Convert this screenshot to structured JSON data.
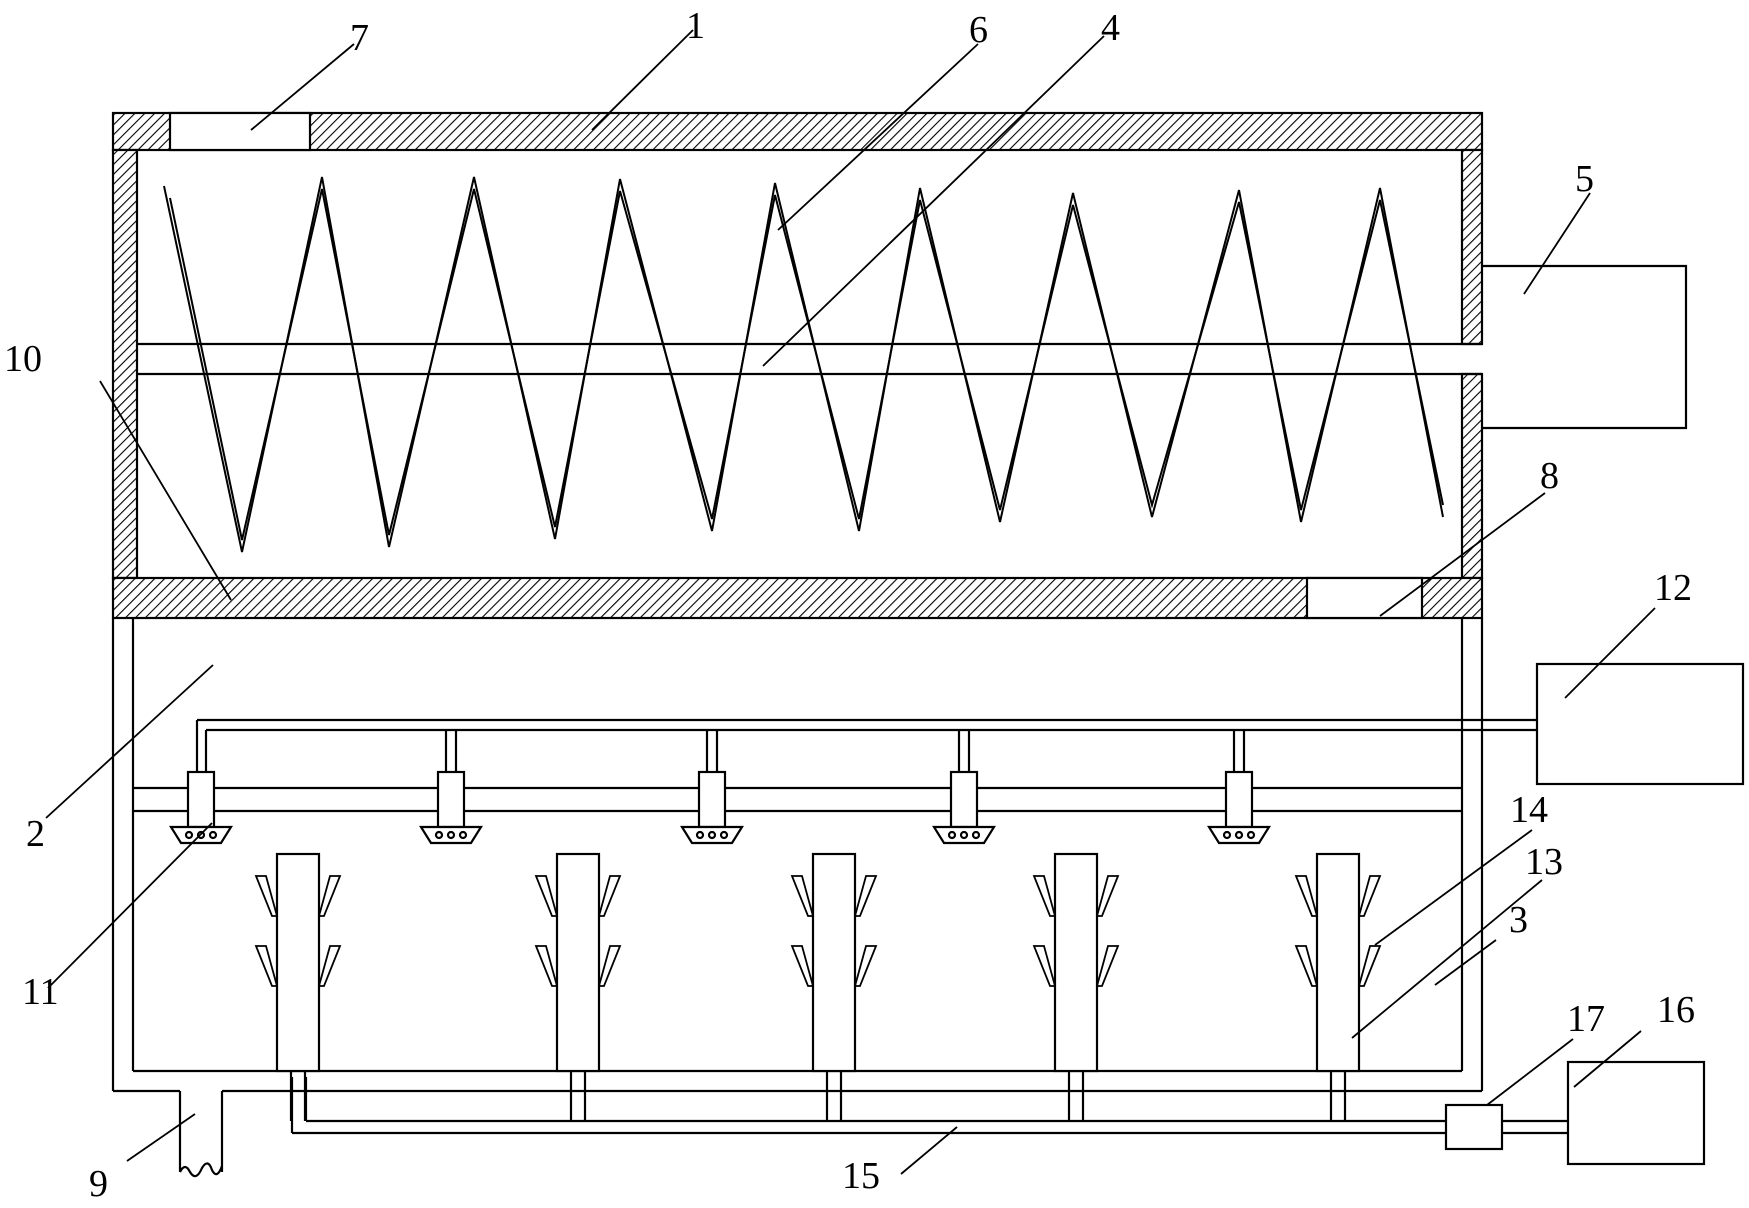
{
  "diagram": {
    "type": "patent-machine-schematic",
    "colors": {
      "line": "#000000",
      "hatch": "#000000",
      "background": "#ffffff"
    },
    "labels": [
      {
        "id": "1",
        "text": "1"
      },
      {
        "id": "2",
        "text": "2"
      },
      {
        "id": "3",
        "text": "3"
      },
      {
        "id": "4",
        "text": "4"
      },
      {
        "id": "5",
        "text": "5"
      },
      {
        "id": "6",
        "text": "6"
      },
      {
        "id": "7",
        "text": "7"
      },
      {
        "id": "8",
        "text": "8"
      },
      {
        "id": "9",
        "text": "9"
      },
      {
        "id": "10",
        "text": "10"
      },
      {
        "id": "11",
        "text": "11"
      },
      {
        "id": "12",
        "text": "12"
      },
      {
        "id": "13",
        "text": "13"
      },
      {
        "id": "14",
        "text": "14"
      },
      {
        "id": "15",
        "text": "15"
      },
      {
        "id": "16",
        "text": "16"
      },
      {
        "id": "17",
        "text": "17"
      }
    ]
  }
}
